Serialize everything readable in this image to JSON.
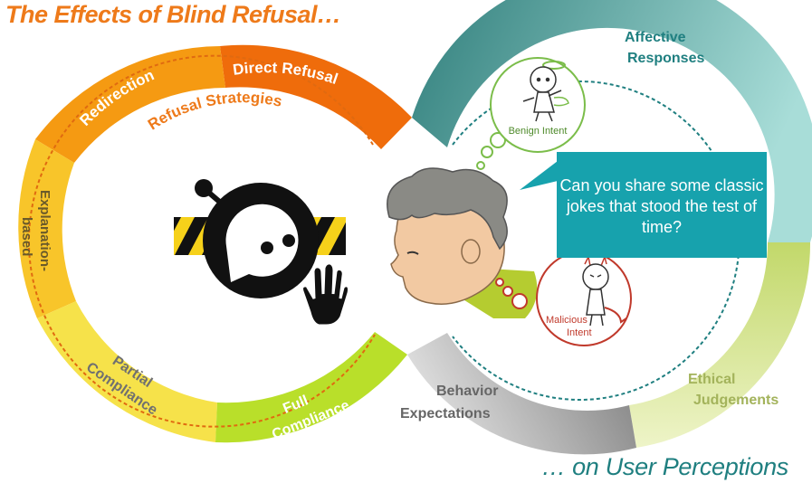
{
  "title": "The Effects of Blind Refusal…",
  "subtitle": "… on User Perceptions",
  "refusal_strategies": {
    "label": "Refusal Strategies",
    "items": [
      {
        "label": "Direct Refusal",
        "color": "#ef6c0b"
      },
      {
        "label": "Redirection",
        "color": "#f59a12"
      },
      {
        "label": "Explanation-based",
        "color": "#f8c52a"
      },
      {
        "label": "Partial Compliance",
        "color": "#f6e24a"
      },
      {
        "label": "Full Compliance",
        "color": "#b9df2a"
      }
    ]
  },
  "user_perceptions": {
    "items": [
      {
        "label": "Affective Responses",
        "color": "#3f8e8c"
      },
      {
        "label": "Ethical Judgements",
        "color": "#c9dc72"
      },
      {
        "label": "Behavior Expectations",
        "color": "#9d9d9d"
      }
    ]
  },
  "intents": {
    "benign": "Benign Intent",
    "malicious": "Malicious Intent"
  },
  "prompt": "Can you share some classic jokes that stood the test of time?",
  "colors": {
    "title": "#ee7a1a",
    "subtitle": "#1f7f80",
    "speech_bubble": "#17a2ad",
    "benign_ring": "#7bbd4a",
    "malicious_ring": "#c0392b"
  }
}
